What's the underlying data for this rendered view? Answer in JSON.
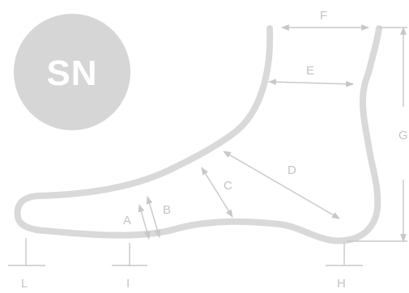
{
  "badge": {
    "text": "SN"
  },
  "labels": {
    "A": "A",
    "B": "B",
    "C": "C",
    "D": "D",
    "E": "E",
    "F": "F",
    "G": "G",
    "H": "H",
    "I": "I",
    "L": "L"
  },
  "colors": {
    "outline": "#d9d9d9",
    "measure": "#c8c8c8",
    "label": "#c4c4c4",
    "badge": "#d6d6d6"
  }
}
